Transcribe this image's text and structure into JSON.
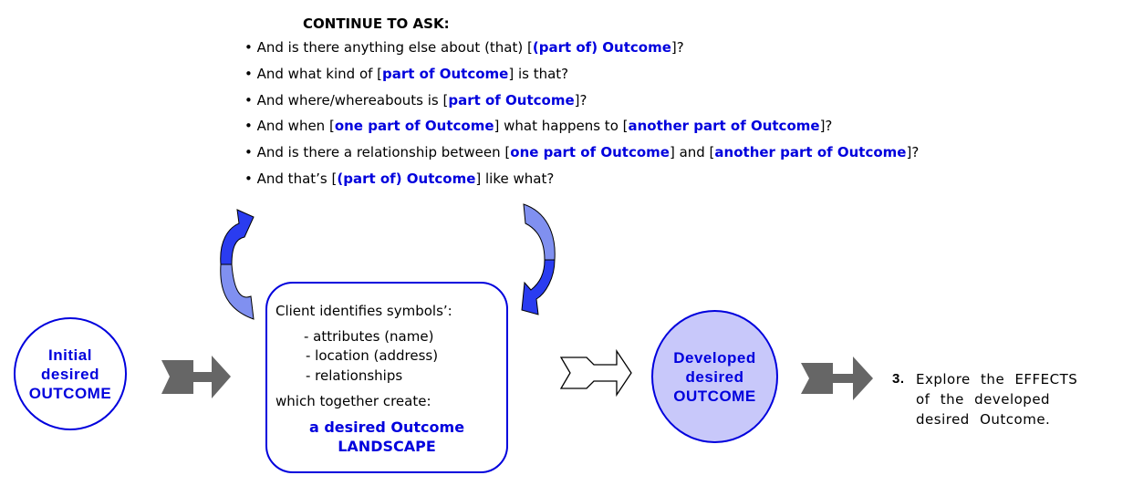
{
  "header": {
    "title": "CONTINUE TO ASK:"
  },
  "questions": [
    {
      "parts": [
        "And is there anything else about (that) [",
        "(part of) Outcome",
        "]?"
      ]
    },
    {
      "parts": [
        "And what kind of [",
        "part of Outcome",
        "] is that?"
      ]
    },
    {
      "parts": [
        "And where/whereabouts is [",
        "part of Outcome",
        "]?"
      ]
    },
    {
      "parts": [
        "And when [",
        "one part of Outcome",
        "] what happens to [",
        "another part of Outcome",
        "]?"
      ]
    },
    {
      "parts": [
        "And is there a relationship between [",
        "one part of Outcome",
        "] and [",
        "another part of Outcome",
        "]?"
      ]
    },
    {
      "parts": [
        "And that’s [",
        "(part of) Outcome",
        "] like what?"
      ]
    }
  ],
  "initial": {
    "line1": "Initial",
    "line2": "desired",
    "line3": "OUTCOME"
  },
  "landscape_box": {
    "intro": "Client identifies symbols’:",
    "items": [
      "- attributes (name)",
      "- location (address)",
      "- relationships"
    ],
    "together": "which together create:",
    "result1": "a desired Outcome",
    "result2": "LANDSCAPE"
  },
  "developed": {
    "line1": "Developed",
    "line2": "desired",
    "line3": "OUTCOME"
  },
  "step3": {
    "number": "3.",
    "line1": "Explore the EFFECTS",
    "line2": "of the developed",
    "line3": "desired Outcome."
  },
  "colors": {
    "accent": "#0000dd",
    "developed_fill": "#c8c8fa",
    "arrow_gray": "#666666",
    "curve_dark": "#2a3cf0",
    "curve_light": "#8090f0"
  }
}
